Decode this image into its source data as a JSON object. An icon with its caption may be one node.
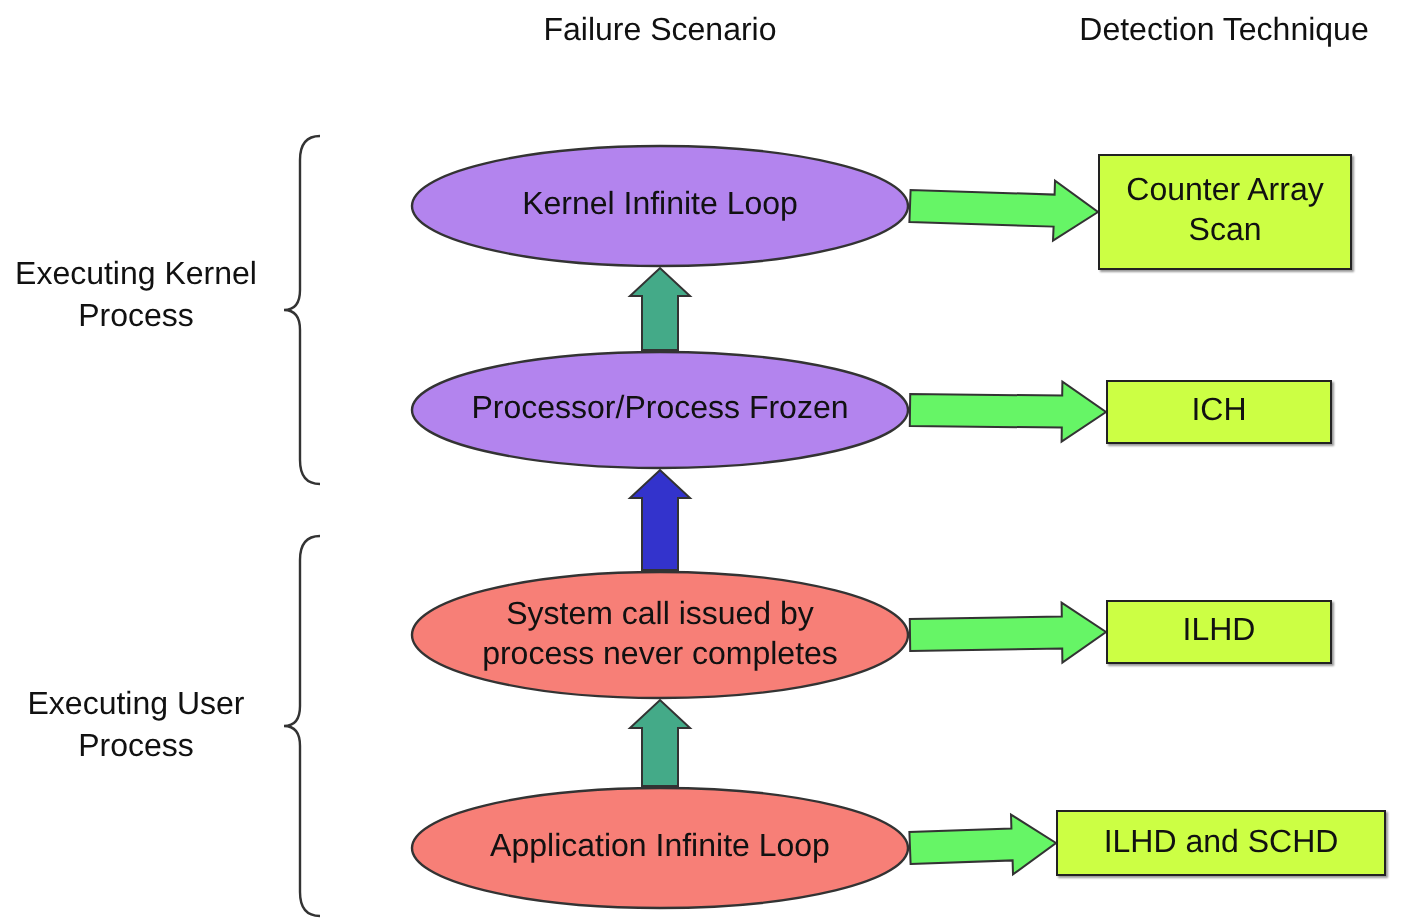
{
  "diagram": {
    "nodes": [
      {
        "text": [
          "Kernel Infinite Loop"
        ]
      },
      {
        "text": [
          "Counter Array Scan"
        ]
      },
      {
        "text": [
          "Processor/Process Frozen"
        ]
      },
      {
        "text": [
          "ICH"
        ]
      },
      {
        "text": [
          "System call issued by process never completes"
        ]
      },
      {
        "text": [
          "ILHD"
        ]
      },
      {
        "text": [
          "Application Infinite Loop"
        ]
      },
      {
        "text": [
          "ILHD and SCHD"
        ]
      }
    ],
    "edges": [
      {
        "from": 0,
        "to": 1,
        "arrow": "to"
      },
      {
        "from": 2,
        "to": 3,
        "arrow": "to"
      },
      {
        "from": 4,
        "to": 5,
        "arrow": "to"
      },
      {
        "from": 6,
        "to": 7,
        "arrow": "to"
      },
      {
        "from": 2,
        "to": 0,
        "arrow": "to",
        "color": "#44aa88"
      },
      {
        "from": 4,
        "to": 2,
        "arrow": "to",
        "color": "#3333cc"
      },
      {
        "from": 6,
        "to": 4,
        "arrow": "to",
        "color": "#44aa88"
      }
    ],
    "labels": [
      "Failure Scenario",
      "Detection Technique",
      "Executing Kernel Process",
      "Executing User Process"
    ]
  }
}
